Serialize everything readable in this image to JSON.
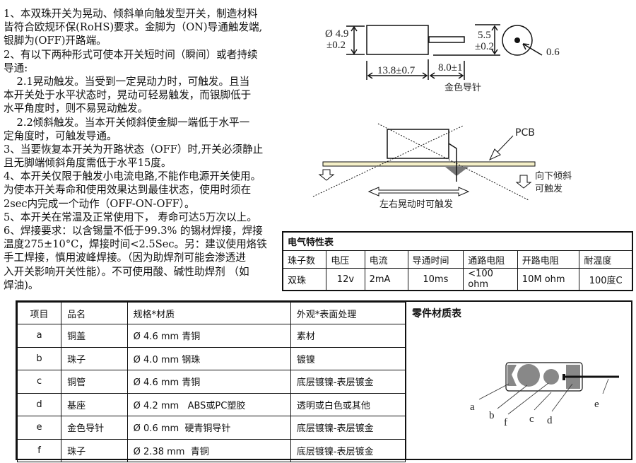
{
  "notes": [
    "1、本双珠开关为晃动、倾斜单向触发型开关，制造材料",
    "皆符合欧规环保(RoHS)要求。金脚为（ON)导通触发端,",
    "银脚为(OFF)开路端。",
    "2、有以下两种形式可使本开关短时间（瞬间）或者持续",
    "导通:",
    "    2.1晃动触发。当受到一定晃动力时，可触发。且当",
    "本开关处于水平状态时，晃动可轻易触发，而银脚低于",
    "水平角度时，则不易晃动触发。",
    "    2.2倾斜触发。当本开关倾斜使金脚一端低于水平一",
    "定角度时，可触发导通。",
    "3、当要恢复本开关为开路状态（OFF）时,开关必须静止",
    "且无脚端倾斜角度需低于水平15度。",
    "4、本开关仅限于触发小电流电路,不能作电源开关使用。",
    "为使本开关寿命和使用效果达到最佳状态，使用时须在",
    "2sec内完成一个动作（OFF-ON-OFF）。",
    "5、本开关在常温及正常使用下， 寿命可达5万次以上。",
    "6、焊接要求：以含锡量不低于99.3% 的锡材焊接，焊接",
    "温度275±10°C，焊接时间<2.5Sec。另：建议使用烙铁",
    "手工焊接，慎用波峰焊接。（因为助焊剂可能会渗透进",
    "入开关影响开关性能）。不可使用酸、碱性助焊剂 （如",
    "焊油)。"
  ],
  "dimensions": {
    "diameter": "Ø 4.9",
    "diameter_tol": "±0.2",
    "body_length": "13.8±0.7",
    "pin_length": "8.0±1",
    "pin_label": "金色导针",
    "height": "5.5",
    "height_tol": "±0.2",
    "pin_diameter": "0.6"
  },
  "mounting": {
    "pcb_label": "PCB",
    "tilt_label_1": "向下倾斜",
    "tilt_label_2": "可触发",
    "shake_label": "左右晃动时可触发",
    "pcb_color": "#f5f0c8"
  },
  "electrical": {
    "title": "电气特性表",
    "headers": [
      "珠子数",
      "电压",
      "电流",
      "导通时间",
      "通路电阻",
      "开路电阻",
      "耐温度"
    ],
    "values": [
      "双珠",
      "12v",
      "2mA",
      "10ms",
      "<100 ohm",
      "10M ohm",
      "100度C"
    ]
  },
  "parts": {
    "headers": [
      "项目",
      "品名",
      "规格*材质",
      "外观*表面处理"
    ],
    "rows": [
      [
        "a",
        "铜盖",
        "Ø 4.6 mm 青铜",
        "素材"
      ],
      [
        "b",
        "珠子",
        "Ø 4.0 mm 钢珠",
        "镀镍"
      ],
      [
        "c",
        "铜管",
        "Ø 4.6 mm 青铜",
        "底层镀镍-表层镀金"
      ],
      [
        "d",
        "基座",
        "Ø 4.2 mm   ABS或PC塑胶",
        "透明或白色或其他"
      ],
      [
        "e",
        "金色导针",
        "Ø 0.6 mm  硬青铜导针",
        "底层镀镍-表层镀金"
      ],
      [
        "f",
        "珠子",
        "Ø 2.38 mm  青铜",
        "底层镀镍-表层镀金"
      ]
    ],
    "panel_title": "零件材质表",
    "labels": [
      "a",
      "b",
      "f",
      "c",
      "d",
      "e"
    ]
  }
}
